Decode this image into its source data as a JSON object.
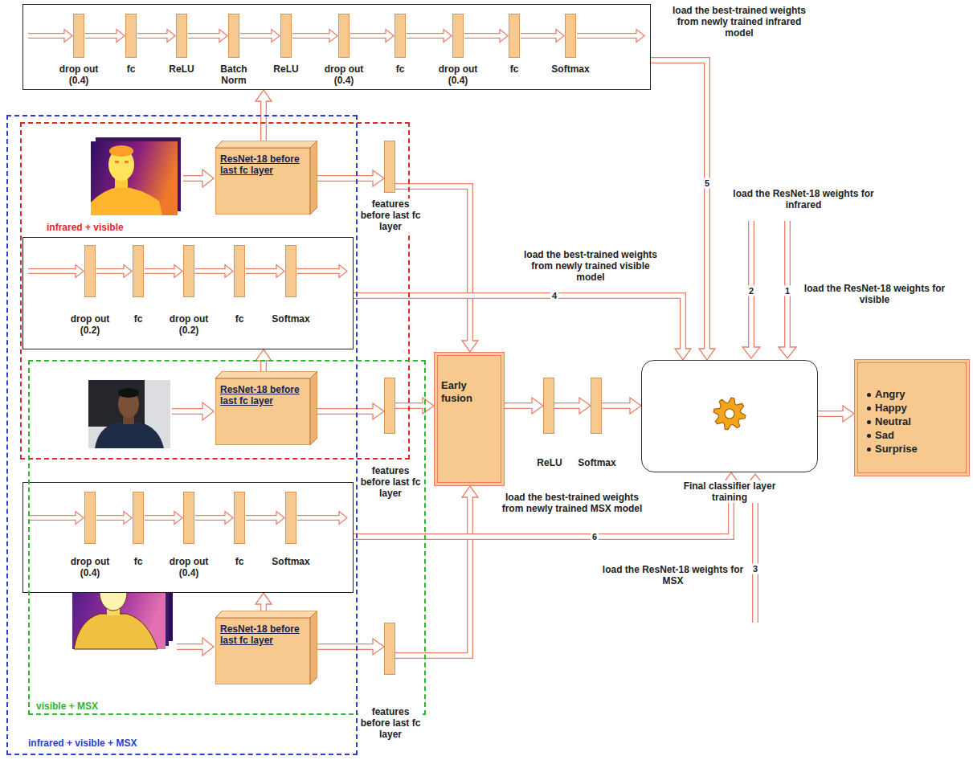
{
  "diagram": {
    "nodes": [
      {
        "text": [
          "drop out (0.4)",
          "fc",
          "ReLU",
          "Batch Norm",
          "ReLU",
          "drop out (0.4)",
          "fc",
          "drop out (0.4)",
          "fc",
          "Softmax"
        ]
      },
      {
        "text": [
          "infrared + visible + MSX"
        ]
      },
      {
        "text": [
          "infrared + visible"
        ]
      },
      {
        "text": [
          "ResNet-18 before last fc layer"
        ],
        "in": 2
      },
      {
        "text": [
          "features before last fc layer"
        ],
        "in": 2
      },
      {
        "text": [
          "drop out (0.2)",
          "fc",
          "drop out (0.2)",
          "fc",
          "Softmax"
        ],
        "in": 2
      },
      {
        "text": [
          "ResNet-18 before last fc layer"
        ],
        "in": 2
      },
      {
        "text": [
          "features before last fc layer"
        ],
        "in": 2
      },
      {
        "text": [
          "Early fusion"
        ]
      },
      {
        "text": [
          "ReLU"
        ]
      },
      {
        "text": [
          "Softmax"
        ]
      },
      {
        "text": [
          "Final classifier layer training"
        ]
      },
      {
        "text": [
          "Angry",
          "Happy",
          "Neutral",
          "Sad",
          "Surprise"
        ]
      },
      {
        "text": [
          "visible + MSX"
        ]
      },
      {
        "text": [
          "drop out (0.4)",
          "fc",
          "drop out (0.4)",
          "fc",
          "Softmax"
        ],
        "in": 1
      },
      {
        "text": [
          "ResNet-18 before last fc layer"
        ],
        "in": 13
      },
      {
        "text": [
          "features before last fc layer"
        ],
        "in": 13
      }
    ],
    "edges": [
      {
        "from": 3,
        "to": 0,
        "arrow": "to"
      },
      {
        "from": 3,
        "to": 4,
        "arrow": "to"
      },
      {
        "from": 4,
        "to": 8,
        "arrow": "to"
      },
      {
        "from": 6,
        "to": 5,
        "arrow": "to"
      },
      {
        "from": 6,
        "to": 7,
        "arrow": "to"
      },
      {
        "from": 7,
        "to": 8,
        "arrow": "to"
      },
      {
        "from": 15,
        "to": 14,
        "arrow": "to"
      },
      {
        "from": 15,
        "to": 16,
        "arrow": "to"
      },
      {
        "from": 16,
        "to": 8,
        "arrow": "to"
      },
      {
        "from": 8,
        "to": 9,
        "arrow": "to"
      },
      {
        "from": 9,
        "to": 10,
        "arrow": "to"
      },
      {
        "from": 10,
        "to": 11,
        "arrow": "to"
      },
      {
        "from": 11,
        "to": 12,
        "arrow": "to"
      },
      {
        "from": 0,
        "to": 11,
        "label": "5",
        "arrow": "to"
      },
      {
        "from": 5,
        "to": 11,
        "label": "4",
        "arrow": "to"
      },
      {
        "from": 14,
        "to": 11,
        "label": "6",
        "arrow": "to"
      }
    ],
    "labels": [
      "load the best-trained weights from newly trained infrared model",
      "load the ResNet-18 weights for infrared",
      "2",
      "1",
      "load the ResNet-18 weights for visible",
      "load the best-trained weights from newly trained visible model",
      "load the best-trained weights from newly trained MSX model",
      "load the ResNet-18 weights for MSX",
      "3"
    ]
  }
}
